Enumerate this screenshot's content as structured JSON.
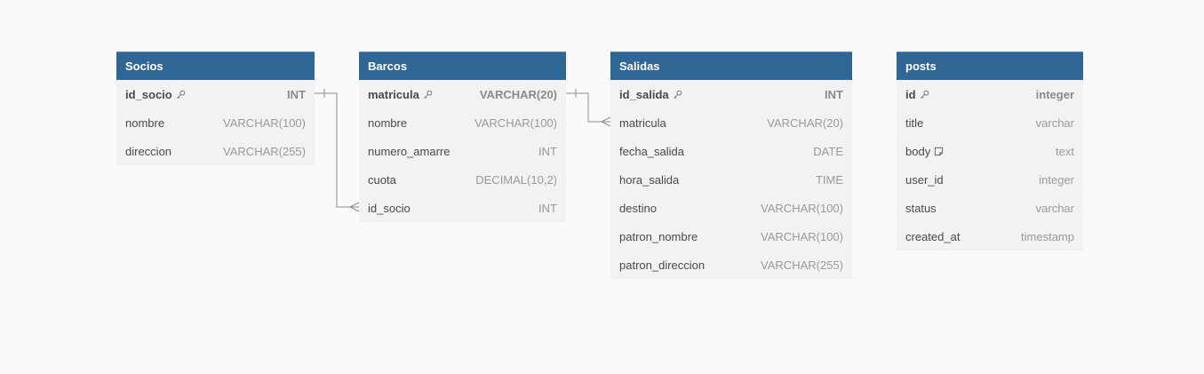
{
  "tables": [
    {
      "id": "socios",
      "name": "Socios",
      "columns": [
        {
          "name": "id_socio",
          "type": "INT",
          "pk": true,
          "icon": "key-icon"
        },
        {
          "name": "nombre",
          "type": "VARCHAR(100)"
        },
        {
          "name": "direccion",
          "type": "VARCHAR(255)"
        }
      ]
    },
    {
      "id": "barcos",
      "name": "Barcos",
      "columns": [
        {
          "name": "matricula",
          "type": "VARCHAR(20)",
          "pk": true,
          "icon": "key-icon"
        },
        {
          "name": "nombre",
          "type": "VARCHAR(100)"
        },
        {
          "name": "numero_amarre",
          "type": "INT"
        },
        {
          "name": "cuota",
          "type": "DECIMAL(10,2)"
        },
        {
          "name": "id_socio",
          "type": "INT"
        }
      ]
    },
    {
      "id": "salidas",
      "name": "Salidas",
      "columns": [
        {
          "name": "id_salida",
          "type": "INT",
          "pk": true,
          "icon": "key-icon"
        },
        {
          "name": "matricula",
          "type": "VARCHAR(20)"
        },
        {
          "name": "fecha_salida",
          "type": "DATE"
        },
        {
          "name": "hora_salida",
          "type": "TIME"
        },
        {
          "name": "destino",
          "type": "VARCHAR(100)"
        },
        {
          "name": "patron_nombre",
          "type": "VARCHAR(100)"
        },
        {
          "name": "patron_direccion",
          "type": "VARCHAR(255)"
        }
      ]
    },
    {
      "id": "posts",
      "name": "posts",
      "columns": [
        {
          "name": "id",
          "type": "integer",
          "pk": true,
          "icon": "key-icon"
        },
        {
          "name": "title",
          "type": "varchar"
        },
        {
          "name": "body",
          "type": "text",
          "icon": "note-icon"
        },
        {
          "name": "user_id",
          "type": "integer"
        },
        {
          "name": "status",
          "type": "varchar"
        },
        {
          "name": "created_at",
          "type": "timestamp"
        }
      ]
    }
  ],
  "relationships": [
    {
      "from_table": "socios",
      "from_column": "id_socio",
      "from_cardinality": "one",
      "to_table": "barcos",
      "to_column": "id_socio",
      "to_cardinality": "many"
    },
    {
      "from_table": "barcos",
      "from_column": "matricula",
      "from_cardinality": "one",
      "to_table": "salidas",
      "to_column": "matricula",
      "to_cardinality": "many"
    }
  ],
  "colors": {
    "header_bg": "#2f6694",
    "body_bg": "#f2f2f2",
    "canvas_bg": "#fafafa",
    "connector": "#8c8c8c"
  }
}
